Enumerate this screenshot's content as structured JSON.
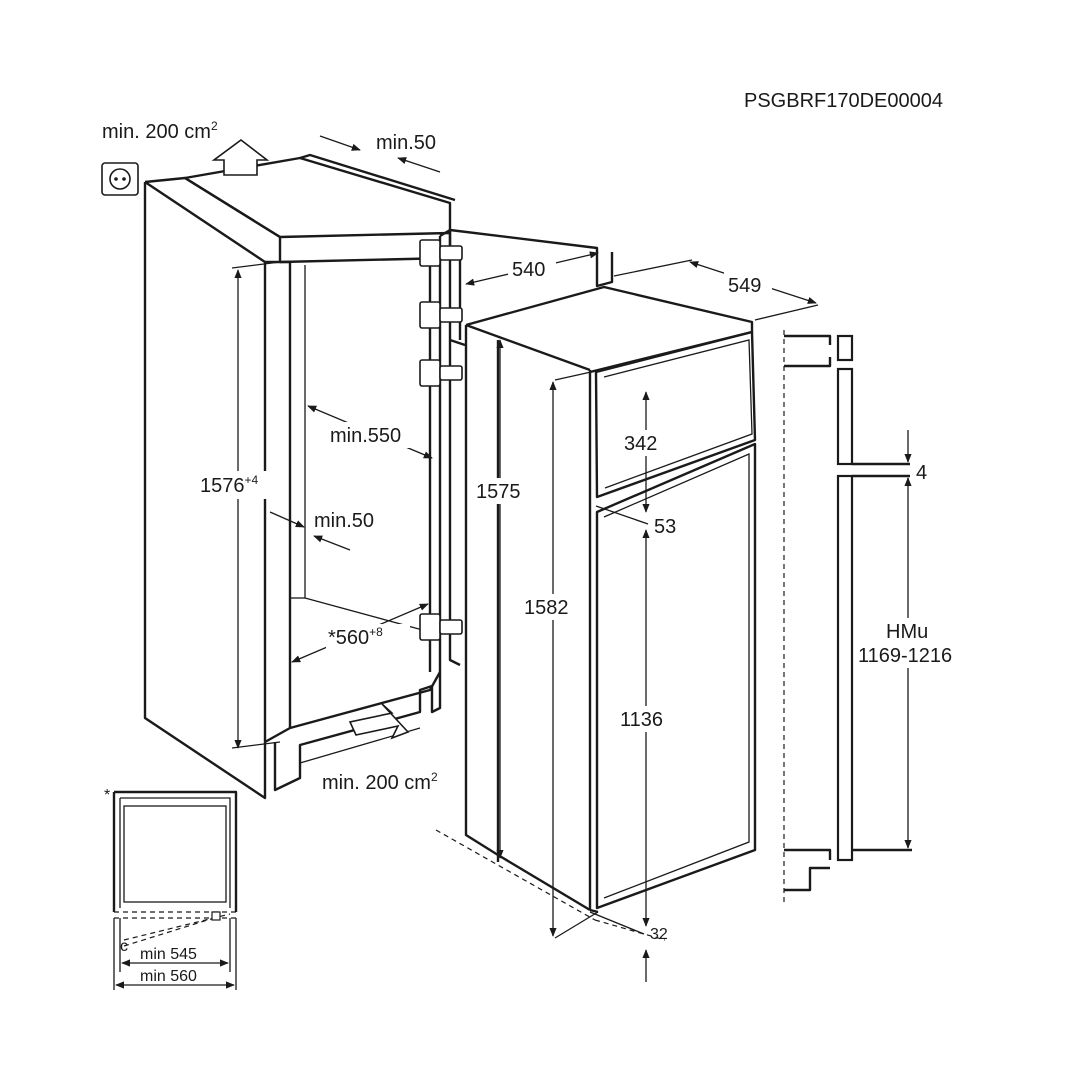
{
  "doc_code": "PSGBRF170DE00004",
  "labels": {
    "vent_top": "min. 200 cm",
    "vent_top_sup": "2",
    "gap_top": "min.50",
    "door_depth": "540",
    "appliance_width": "549",
    "niche_depth": "min.550",
    "niche_height": "1576",
    "niche_height_tol": "+4",
    "side_gap": "min.50",
    "niche_width": "*560",
    "niche_width_tol": "+8",
    "vent_bottom": "min. 200 cm",
    "vent_bottom_sup": "2",
    "body_height": "1575",
    "total_height": "1582",
    "freezer_door": "342",
    "door_gap": "53",
    "fridge_door": "1136",
    "bottom_gap": "32",
    "panel_gap": "4",
    "hmu_title": "HMu",
    "hmu_range": "1169-1216",
    "inset_star": "*",
    "inset_min545": "min 545",
    "inset_min560": "min 560",
    "inset_c": "c"
  },
  "icons": {
    "socket": "power-socket-icon",
    "vent_up": "airflow-up-arrow-icon",
    "vent_in": "airflow-in-arrow-icon"
  }
}
